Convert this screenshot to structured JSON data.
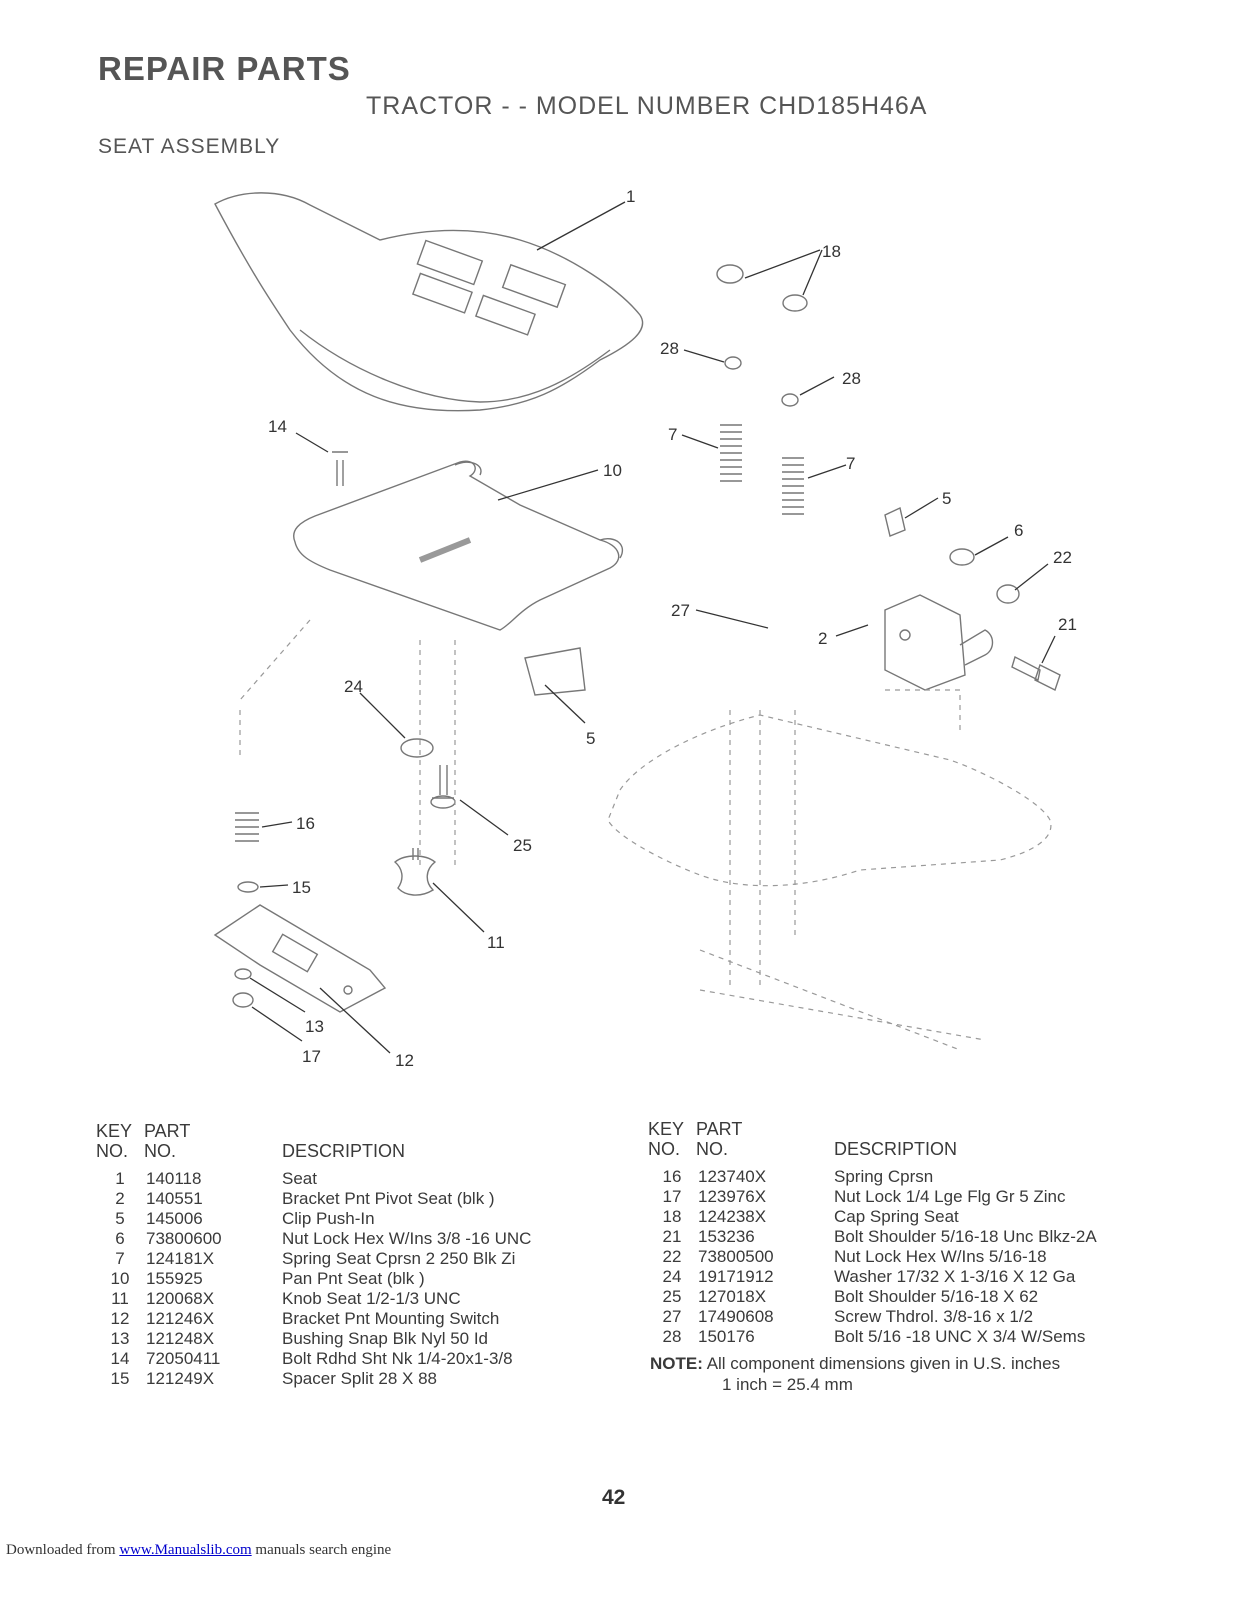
{
  "header": {
    "title": "REPAIR PARTS",
    "model_line": "TRACTOR - - MODEL NUMBER CHD185H46A",
    "section": "SEAT ASSEMBLY"
  },
  "diagram": {
    "callouts": [
      "1",
      "18",
      "28",
      "28",
      "14",
      "10",
      "7",
      "7",
      "5",
      "6",
      "22",
      "27",
      "2",
      "21",
      "24",
      "5",
      "16",
      "25",
      "15",
      "11",
      "13",
      "17",
      "12"
    ]
  },
  "table_headers": {
    "key_top": "KEY",
    "key_bottom": "NO.",
    "part_top": "PART",
    "part_bottom": "NO.",
    "description": "DESCRIPTION"
  },
  "parts_left": [
    {
      "key": "1",
      "part": "140118",
      "desc": "Seat"
    },
    {
      "key": "2",
      "part": "140551",
      "desc": "Bracket Pnt Pivot Seat (blk )"
    },
    {
      "key": "5",
      "part": "145006",
      "desc": "Clip Push-In"
    },
    {
      "key": "6",
      "part": "73800600",
      "desc": "Nut Lock Hex W/Ins 3/8 -16 UNC"
    },
    {
      "key": "7",
      "part": "124181X",
      "desc": "Spring Seat Cprsn 2 250 Blk Zi"
    },
    {
      "key": "10",
      "part": "155925",
      "desc": "Pan Pnt Seat (blk )"
    },
    {
      "key": "11",
      "part": "120068X",
      "desc": "Knob Seat  1/2-1/3 UNC"
    },
    {
      "key": "12",
      "part": "121246X",
      "desc": "Bracket Pnt Mounting Switch"
    },
    {
      "key": "13",
      "part": "121248X",
      "desc": "Bushing Snap Blk Nyl  50 Id"
    },
    {
      "key": "14",
      "part": "72050411",
      "desc": "Bolt Rdhd Sht Nk 1/4-20x1-3/8"
    },
    {
      "key": "15",
      "part": "121249X",
      "desc": "Spacer Split  28 X 88"
    }
  ],
  "parts_right": [
    {
      "key": "16",
      "part": "123740X",
      "desc": "Spring Cprsn"
    },
    {
      "key": "17",
      "part": "123976X",
      "desc": "Nut Lock 1/4 Lge Flg Gr 5 Zinc"
    },
    {
      "key": "18",
      "part": "124238X",
      "desc": "Cap Spring Seat"
    },
    {
      "key": "21",
      "part": "153236",
      "desc": "Bolt Shoulder 5/16-18 Unc Blkz-2A"
    },
    {
      "key": "22",
      "part": "73800500",
      "desc": "Nut Lock Hex W/Ins 5/16-18"
    },
    {
      "key": "24",
      "part": "19171912",
      "desc": "Washer 17/32 X 1-3/16 X 12 Ga"
    },
    {
      "key": "25",
      "part": "127018X",
      "desc": "Bolt Shoulder 5/16-18 X  62"
    },
    {
      "key": "27",
      "part": "17490608",
      "desc": "Screw Thdrol.  3/8-16 x 1/2"
    },
    {
      "key": "28",
      "part": "150176",
      "desc": "Bolt 5/16 -18 UNC X 3/4 W/Sems"
    }
  ],
  "note": {
    "label": "NOTE:",
    "line1": "All component dimensions given in U.S. inches",
    "line2": "1 inch = 25.4 mm"
  },
  "page_number": "42",
  "footer": {
    "prefix": "Downloaded from ",
    "link": "www.Manualslib.com",
    "suffix": " manuals search engine"
  }
}
